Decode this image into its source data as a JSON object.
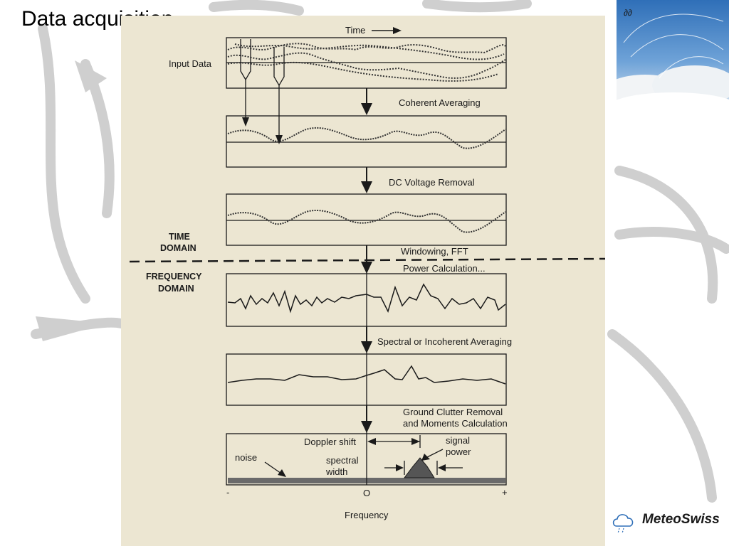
{
  "slide": {
    "title": "Data acquisition"
  },
  "diagram": {
    "time_arrow_label": "Time",
    "input_label": "Input Data",
    "steps": [
      "Coherent Averaging",
      "DC Voltage Removal",
      "Windowing, FFT",
      "Power Calculation...",
      "Spectral or Incoherent Averaging",
      "Ground Clutter Removal",
      "and Moments Calculation"
    ],
    "time_domain": [
      "TIME",
      "DOMAIN"
    ],
    "frequency_domain": [
      "FREQUENCY",
      "DOMAIN"
    ],
    "spectrum_labels": {
      "doppler_shift": "Doppler shift",
      "signal": "signal",
      "power": "power",
      "noise": "noise",
      "spectral": "spectral",
      "width": "width"
    },
    "axis": {
      "minus": "-",
      "zero": "O",
      "plus": "+",
      "label": "Frequency"
    }
  },
  "logo": {
    "text": "MeteoSwiss",
    "icon": "cloud-icon"
  },
  "colors": {
    "paper": "#ece6d2",
    "ink": "#1a1a1a",
    "swirl": "#c9c9c9",
    "sky": "#4a86c8"
  }
}
